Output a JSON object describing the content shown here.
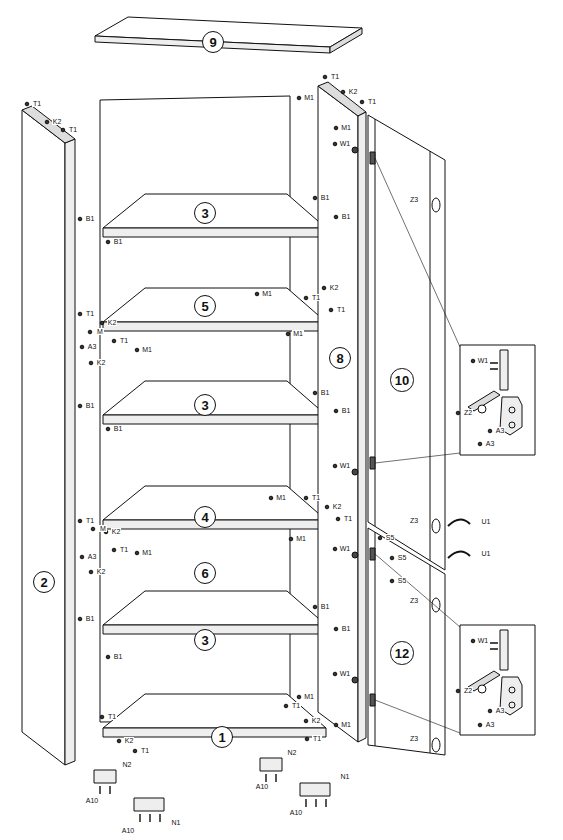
{
  "diagram": {
    "nodes": [
      {
        "text": [
          "9"
        ]
      },
      {
        "text": [
          "3"
        ]
      },
      {
        "text": [
          "5"
        ]
      },
      {
        "text": [
          "8"
        ]
      },
      {
        "text": [
          "10"
        ]
      },
      {
        "text": [
          "3"
        ]
      },
      {
        "text": [
          "4"
        ]
      },
      {
        "text": [
          "6"
        ]
      },
      {
        "text": [
          "2"
        ]
      },
      {
        "text": [
          "3"
        ]
      },
      {
        "text": [
          "12"
        ]
      },
      {
        "text": [
          "1"
        ]
      }
    ],
    "labels": [
      "T1",
      "K2",
      "T1",
      "B1",
      "B1",
      "T1",
      "K2",
      "M",
      "T1",
      "M1",
      "A3",
      "K2",
      "B1",
      "B1",
      "T1",
      "M",
      "K2",
      "T1",
      "M1",
      "A3",
      "K2",
      "B1",
      "B1",
      "T1",
      "K2",
      "T1",
      "M1",
      "T1",
      "K2",
      "T1",
      "M1",
      "W1",
      "B1",
      "B1",
      "M1",
      "T1",
      "K2",
      "T1",
      "M1",
      "B1",
      "B1",
      "W1",
      "M1",
      "T1",
      "K2",
      "T1",
      "M1",
      "W1",
      "S5",
      "S5",
      "S5",
      "B1",
      "B1",
      "W1",
      "M1",
      "T1",
      "K2",
      "T1",
      "M1",
      "Z3",
      "Z3",
      "Z3",
      "Z3",
      "U1",
      "U1",
      "W1",
      "Z2",
      "A3",
      "A3",
      "W1",
      "Z2",
      "A3",
      "A3",
      "N2",
      "N2",
      "N1",
      "N1",
      "A10",
      "A10",
      "A10",
      "A10"
    ]
  }
}
